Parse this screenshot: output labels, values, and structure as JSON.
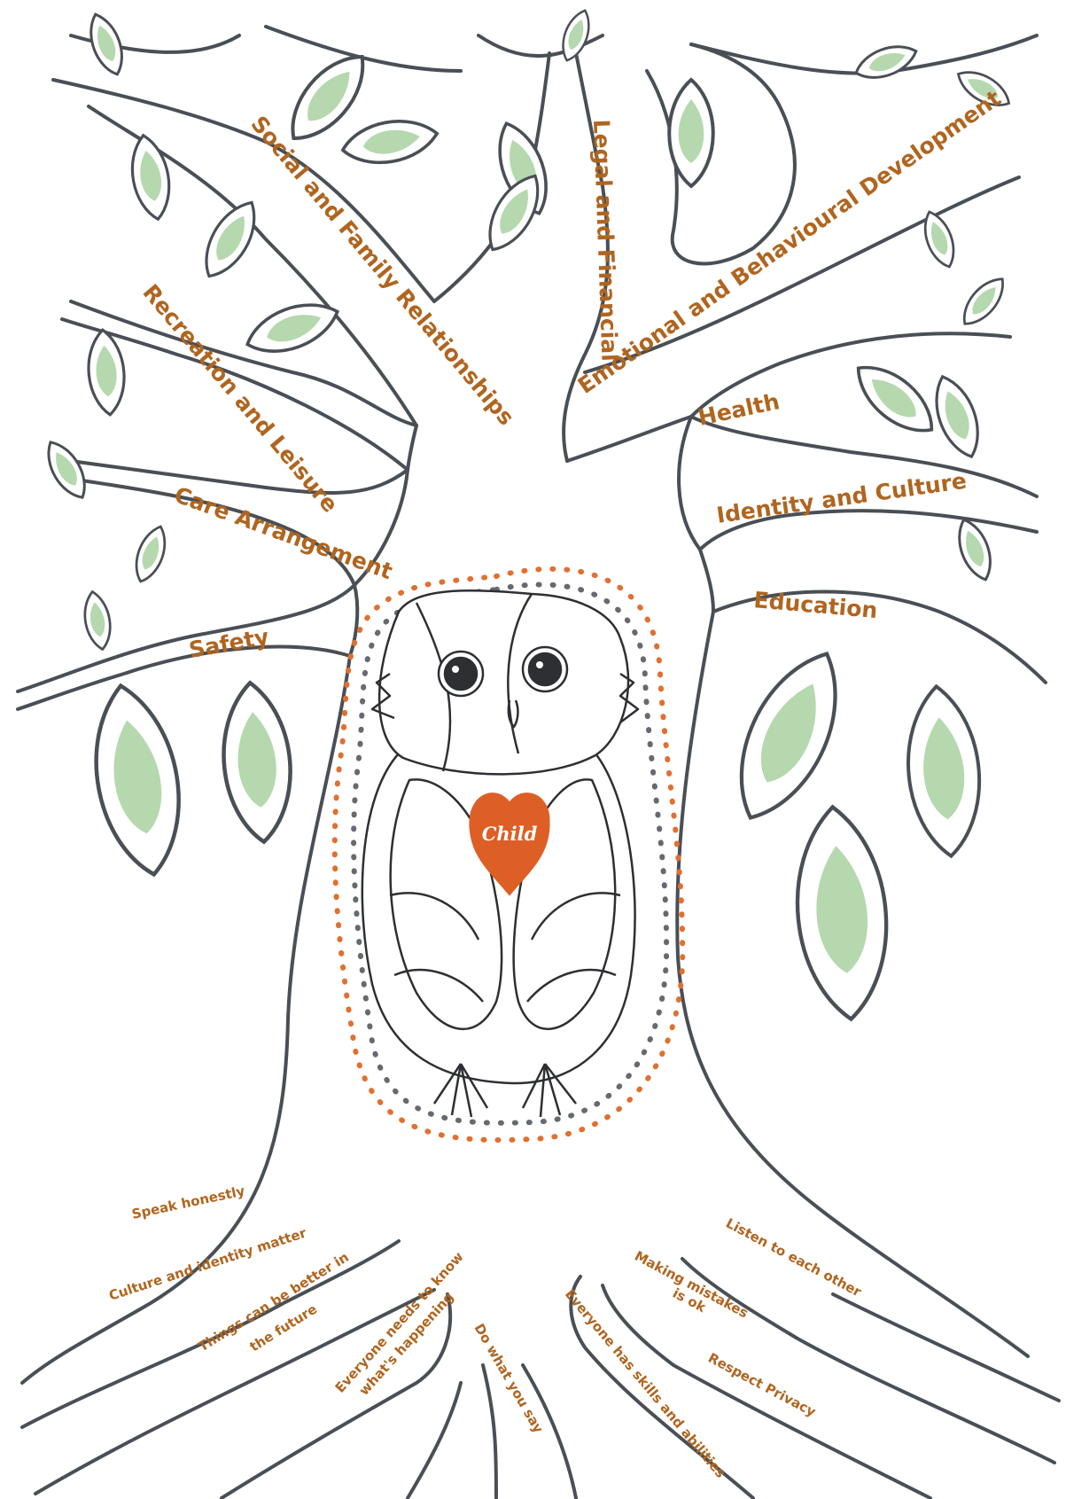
{
  "colors": {
    "outline": "#4a4f56",
    "leaf": "#b5d8ae",
    "label": "#b0651f",
    "heart": "#dd5f26",
    "dot_orange": "#e07030",
    "dot_grey": "#666a70"
  },
  "center": {
    "label": "Child",
    "figure_icon": "owl-icon",
    "heart_icon": "heart-icon"
  },
  "branches": [
    {
      "label": "Social and Family Relationships"
    },
    {
      "label": "Legal and Financial"
    },
    {
      "label": "Emotional and Behavioural Development"
    },
    {
      "label": "Recreation and Leisure"
    },
    {
      "label": "Health"
    },
    {
      "label": "Care Arrangement"
    },
    {
      "label": "Identity and Culture"
    },
    {
      "label": "Safety"
    },
    {
      "label": "Education"
    }
  ],
  "roots": [
    {
      "label": "Speak honestly"
    },
    {
      "label": "Culture and identity matter"
    },
    {
      "label": "Things can be better in"
    },
    {
      "label": "the future"
    },
    {
      "label": "Everyone needs to know"
    },
    {
      "label": "what's happening"
    },
    {
      "label": "Do what you say"
    },
    {
      "label": "Everyone has skills and abilities"
    },
    {
      "label": "Respect Privacy"
    },
    {
      "label": "Making mistakes"
    },
    {
      "label": "is ok"
    },
    {
      "label": "Listen to each other"
    }
  ]
}
